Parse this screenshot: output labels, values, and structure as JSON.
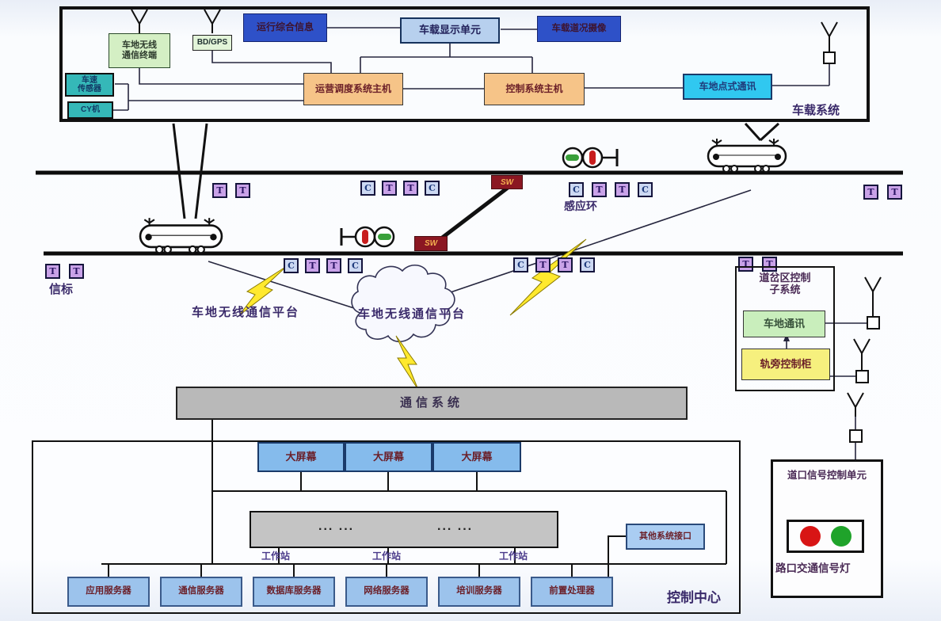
{
  "onboard": {
    "system_label": "车载系统",
    "info": "运行综合信息",
    "display": "车载显示单元",
    "camera": "车载道况摄像",
    "gps": "BD/GPS",
    "radio_l1": "车地无线",
    "radio_l2": "通信终端",
    "speed_l1": "车速",
    "speed_l2": "传感器",
    "cy": "CY机",
    "dispatch_host": "运营调度系统主机",
    "control_host": "控制系统主机",
    "point_comm": "车地点式通讯"
  },
  "track": {
    "t_label": "T",
    "c_label": "C",
    "sw_label": "SW",
    "loop_label": "感应环",
    "beacon_label": "信标"
  },
  "wireless": {
    "platform_label_left": "车地无线通信平台",
    "platform_label_cloud": "车地无线通信平台"
  },
  "switch_area": {
    "title_l1": "道岔区控制",
    "title_l2": "子系统",
    "comm": "车地通讯",
    "cabinet": "轨旁控制柜"
  },
  "crossing": {
    "title": "道口信号控制单元",
    "light_label": "路口交通信号灯"
  },
  "comm_system": {
    "label": "通信系统"
  },
  "control_center": {
    "label": "控制中心",
    "screens": [
      "大屏幕",
      "大屏幕",
      "大屏幕"
    ],
    "workstation_label": "工作站",
    "dots": "... ...",
    "servers": [
      "应用服务器",
      "通信服务器",
      "数据库服务器",
      "网络服务器",
      "培训服务器",
      "前置处理器"
    ],
    "other_interface": "其他系统接口"
  },
  "colors": {
    "accent_blue": "#2e51c8",
    "accent_orange": "#f6c488",
    "accent_cyan": "#30c8f0",
    "signal_red": "#d81515",
    "signal_green": "#1fa32a",
    "lightning_yellow": "#ffe92e",
    "sw_dark_red": "#8b1722"
  }
}
